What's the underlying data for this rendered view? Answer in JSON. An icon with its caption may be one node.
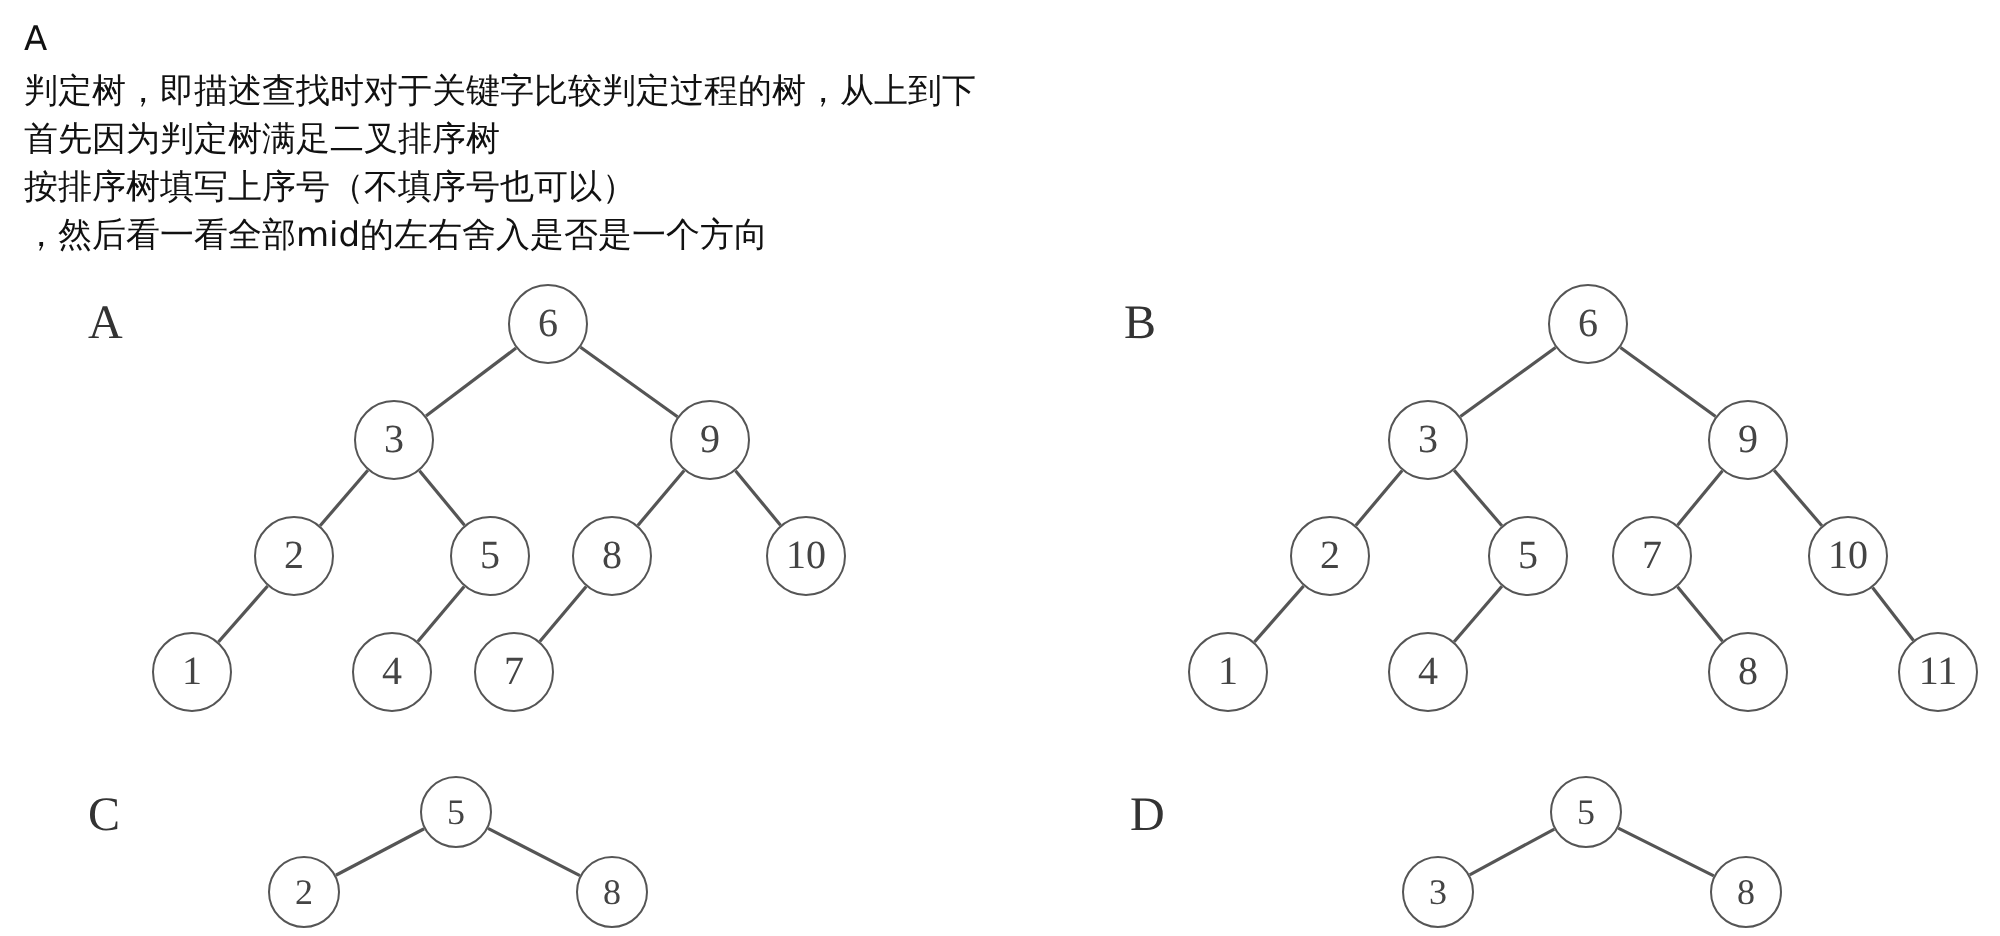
{
  "diagram": {
    "nodes": [
      {
        "text": [
          "6"
        ]
      },
      {
        "text": [
          "3"
        ]
      },
      {
        "text": [
          "9"
        ]
      },
      {
        "text": [
          "2"
        ]
      },
      {
        "text": [
          "5"
        ]
      },
      {
        "text": [
          "8"
        ]
      },
      {
        "text": [
          "10"
        ]
      },
      {
        "text": [
          "1"
        ]
      },
      {
        "text": [
          "4"
        ]
      },
      {
        "text": [
          "7"
        ]
      },
      {
        "text": [
          "6"
        ]
      },
      {
        "text": [
          "3"
        ]
      },
      {
        "text": [
          "9"
        ]
      },
      {
        "text": [
          "2"
        ]
      },
      {
        "text": [
          "5"
        ]
      },
      {
        "text": [
          "7"
        ]
      },
      {
        "text": [
          "10"
        ]
      },
      {
        "text": [
          "1"
        ]
      },
      {
        "text": [
          "4"
        ]
      },
      {
        "text": [
          "8"
        ]
      },
      {
        "text": [
          "11"
        ]
      },
      {
        "text": [
          "5"
        ]
      },
      {
        "text": [
          "2"
        ]
      },
      {
        "text": [
          "8"
        ]
      },
      {
        "text": [
          "5"
        ]
      },
      {
        "text": [
          "3"
        ]
      },
      {
        "text": [
          "8"
        ]
      }
    ],
    "edges": [
      {
        "from": 0,
        "to": 1,
        "arrow": "none"
      },
      {
        "from": 0,
        "to": 2,
        "arrow": "none"
      },
      {
        "from": 1,
        "to": 3,
        "arrow": "none"
      },
      {
        "from": 1,
        "to": 4,
        "arrow": "none"
      },
      {
        "from": 2,
        "to": 5,
        "arrow": "none"
      },
      {
        "from": 2,
        "to": 6,
        "arrow": "none"
      },
      {
        "from": 3,
        "to": 7,
        "arrow": "none"
      },
      {
        "from": 4,
        "to": 8,
        "arrow": "none"
      },
      {
        "from": 5,
        "to": 9,
        "arrow": "none"
      },
      {
        "from": 10,
        "to": 11,
        "arrow": "none"
      },
      {
        "from": 10,
        "to": 12,
        "arrow": "none"
      },
      {
        "from": 11,
        "to": 13,
        "arrow": "none"
      },
      {
        "from": 11,
        "to": 14,
        "arrow": "none"
      },
      {
        "from": 12,
        "to": 15,
        "arrow": "none"
      },
      {
        "from": 12,
        "to": 16,
        "arrow": "none"
      },
      {
        "from": 13,
        "to": 17,
        "arrow": "none"
      },
      {
        "from": 14,
        "to": 18,
        "arrow": "none"
      },
      {
        "from": 15,
        "to": 19,
        "arrow": "none"
      },
      {
        "from": 16,
        "to": 20,
        "arrow": "none"
      },
      {
        "from": 21,
        "to": 22,
        "arrow": "none"
      },
      {
        "from": 21,
        "to": 23,
        "arrow": "none"
      },
      {
        "from": 24,
        "to": 25,
        "arrow": "none"
      },
      {
        "from": 24,
        "to": 26,
        "arrow": "none"
      }
    ],
    "labels": [
      "A",
      "判定树，即描述查找时对于关键字比较判定过程的树，从上到下",
      "首先因为判定树满足二叉排序树",
      "按排序树填写上序号（不填序号也可以）",
      "，然后看一看全部mid的左右舍入是否是一个方向",
      "A",
      "B",
      "C",
      "D"
    ]
  }
}
